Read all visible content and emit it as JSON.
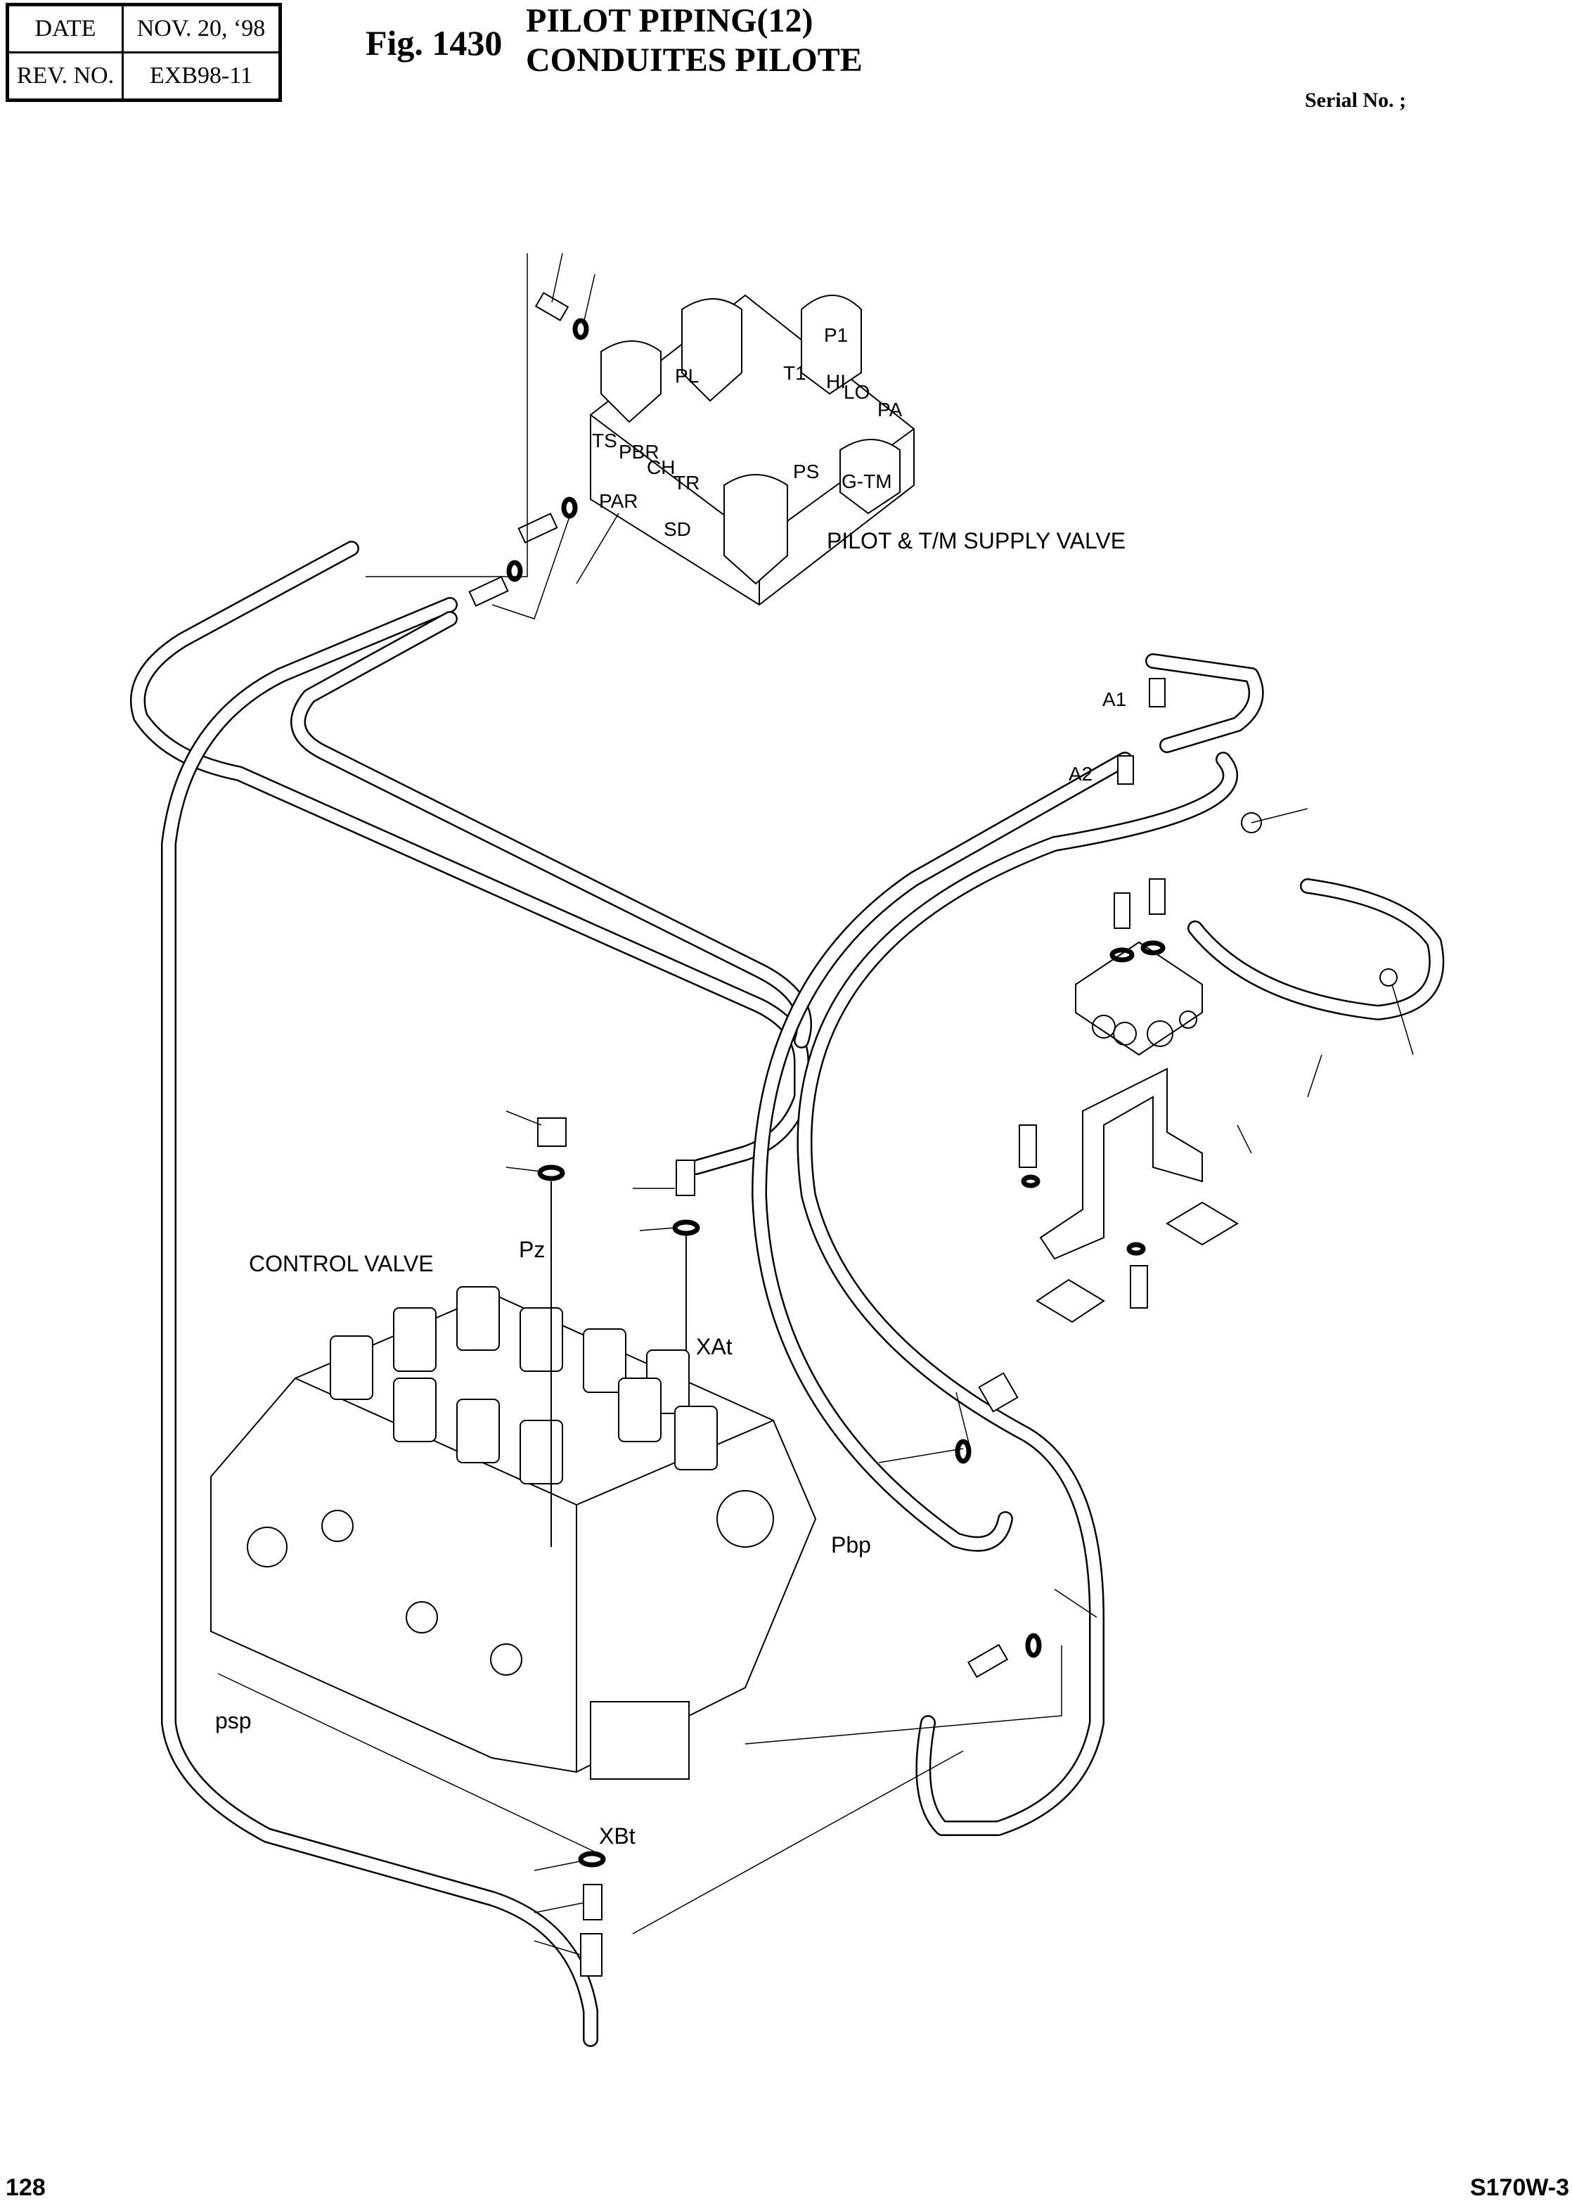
{
  "header": {
    "date_label": "DATE",
    "date_value": "NOV. 20, ‘98",
    "rev_label": "REV. NO.",
    "rev_value": "EXB98-11",
    "fig_number": "Fig. 1430",
    "title_en": "PILOT PIPING(12)",
    "title_fr": "CONDUITES PILOTE",
    "serial_label": "Serial No. ;"
  },
  "footer": {
    "page_number": "128",
    "model": "S170W-3"
  },
  "diagram": {
    "supply_valve": {
      "name": "PILOT & T/M SUPPLY VALVE",
      "ports": [
        "P1",
        "T1",
        "PL",
        "HI",
        "LO",
        "PA",
        "TS",
        "PBR",
        "CH",
        "TR",
        "PAR",
        "SD",
        "PS",
        "G-TM"
      ]
    },
    "control_valve": {
      "name": "CONTROL VALVE",
      "ports": [
        "Pz",
        "XAt",
        "Pbp",
        "psp",
        "XBt"
      ]
    },
    "block_ports": [
      "A1",
      "A2"
    ]
  }
}
